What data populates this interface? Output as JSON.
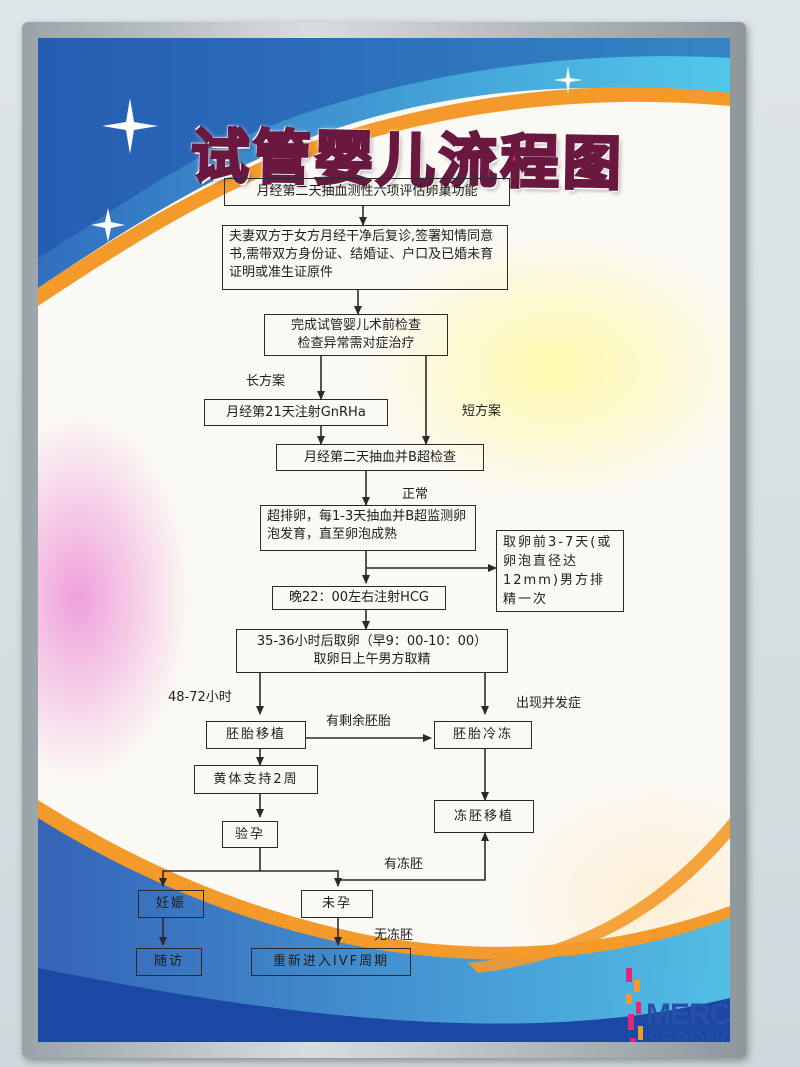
{
  "poster": {
    "title": "试管婴儿流程图",
    "steps": {
      "s1": "月经第二天抽血测性六项评估卵巢功能",
      "s2": "夫妻双方于女方月经干净后复诊,签署知情同意书,需带双方身份证、结婚证、户口及已婚未育证明或准生证原件",
      "s3_line1": "完成试管婴儿术前检查",
      "s3_line2": "检查异常需对症治疗",
      "s4": "月经第21天注射GnRHa",
      "s5": "月经第二天抽血并B超检查",
      "s6": "超排卵，每1-3天抽血并B超监测卵泡发育，直至卵泡成熟",
      "s7": "取卵前3-7天(或卵泡直径达12mm)男方排精一次",
      "s8": "晚22：00左右注射HCG",
      "s9_line1": "35-36小时后取卵（早9：00-10：00）",
      "s9_line2": "取卵日上午男方取精",
      "s10": "胚胎移植",
      "s11": "胚胎冷冻",
      "s12": "黄体支持2周",
      "s13": "冻胚移植",
      "s14": "验孕",
      "s15": "妊娠",
      "s16": "未孕",
      "s17": "随访",
      "s18": "重新进入IVF周期"
    },
    "labels": {
      "long": "长方案",
      "short": "短方案",
      "normal": "正常",
      "hours": "48-72小时",
      "complication": "出现并发症",
      "remaining": "有剩余胚胎",
      "frozen": "有冻胚",
      "no_frozen": "无冻胚"
    },
    "logo": {
      "brand": "MERCK",
      "sub": "SERONO"
    }
  },
  "colors": {
    "title_pink": "#d8287a",
    "swirl_blue": "#1f6fc4",
    "swirl_cyan": "#2fb7e0",
    "swirl_orange": "#f39a2b",
    "logo_blue": "#2850a8"
  }
}
